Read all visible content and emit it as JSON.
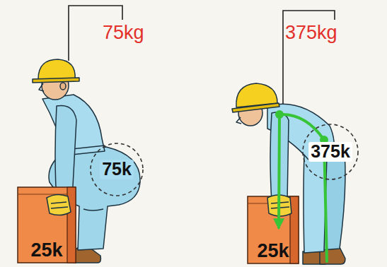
{
  "diagram": {
    "nodes": [
      {
        "text": [
          "75k"
        ]
      },
      {
        "text": [
          "25k"
        ]
      },
      {
        "text": [
          "375k"
        ]
      },
      {
        "text": [
          "25k"
        ]
      }
    ],
    "labels": [
      "75kg",
      "375kg"
    ]
  }
}
